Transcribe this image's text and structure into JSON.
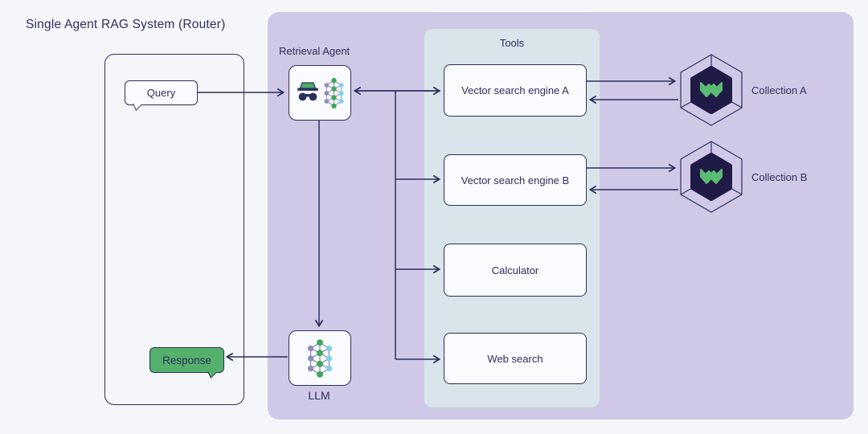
{
  "title": "Single Agent RAG System (Router)",
  "colors": {
    "ink": "#2d2f5e",
    "page-bg": "#f4f6fa",
    "agent-panel-bg": "#cfc9e7",
    "tools-panel-bg": "#d9e5ea",
    "node-bg": "#fafbfe",
    "response-green": "#55b06c",
    "hat-green": "#4cae66",
    "logo-green": "#5abb72",
    "logo-hex-bg": "#1f1b46",
    "nn-green": "#3fa75a",
    "nn-cyan": "#7ed0ee",
    "nn-slate": "#928cbc"
  },
  "user_flow": {
    "query_label": "Query",
    "response_label": "Response"
  },
  "agent": {
    "label": "Retrieval Agent"
  },
  "llm": {
    "label": "LLM"
  },
  "tools": {
    "label": "Tools",
    "items": [
      "Vector search engine A",
      "Vector search engine B",
      "Calculator",
      "Web search"
    ]
  },
  "collections": [
    {
      "label": "Collection A"
    },
    {
      "label": "Collection B"
    }
  ]
}
